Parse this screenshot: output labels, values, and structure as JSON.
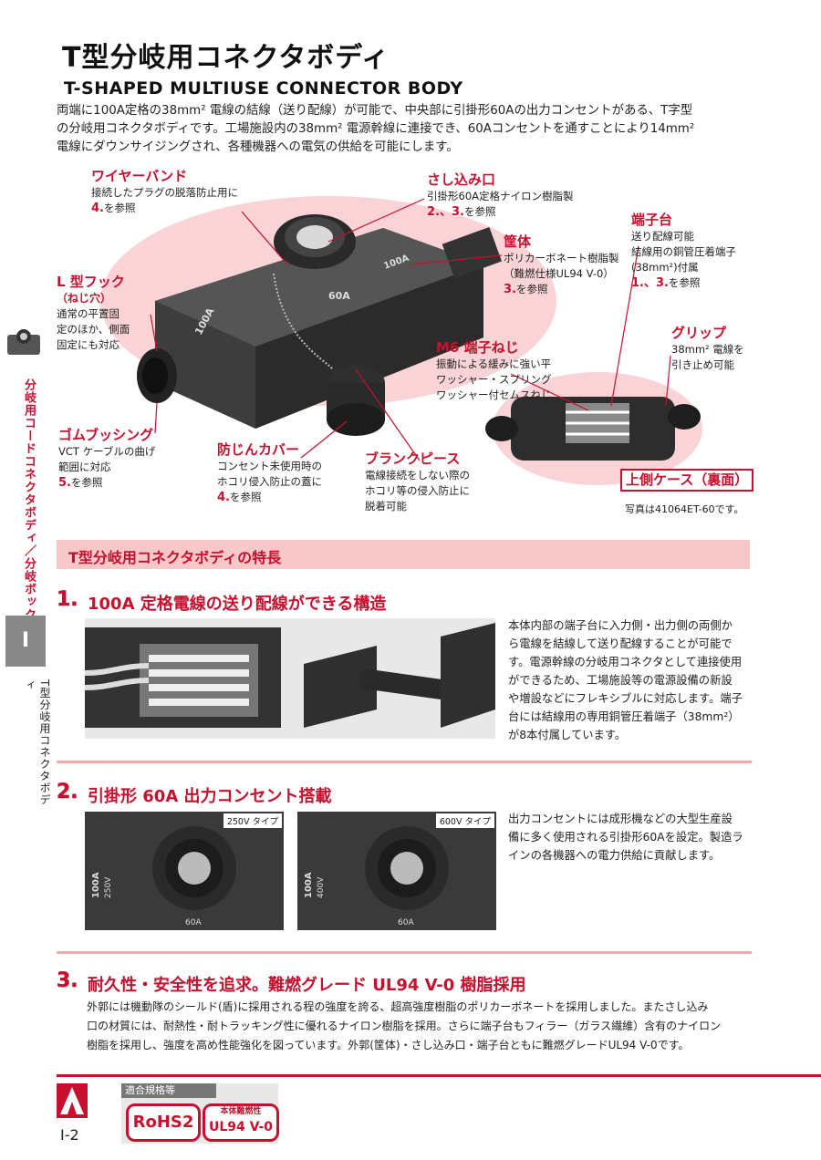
{
  "header": {
    "title_ja": "T型分岐用コネクタボディ",
    "title_en": "T-SHAPED MULTIUSE CONNECTOR BODY"
  },
  "intro": {
    "line1": "両端に100A定格の38mm² 電線の結線（送り配線）が可能で、中央部に引掛形60Aの出力コンセントがある、T字型",
    "line2": "の分岐用コネクタボディです。工場施設内の38mm² 電源幹線に連接でき、60Aコンセントを通すことにより14mm²",
    "line3": "電線にダウンサイジングされ、各種機器への電気の供給を可能にします。"
  },
  "callouts": {
    "wire_band": {
      "title": "ワイヤーバンド",
      "text": "接続したプラグの脱落防止用に",
      "ref": "4.",
      "ref_suffix": "を参照"
    },
    "inlet": {
      "title": "さし込み口",
      "text": "引掛形60A定格ナイロン樹脂製",
      "ref": "2.、3.",
      "ref_suffix": "を参照"
    },
    "terminal_block": {
      "title": "端子台",
      "text1": "送り配線可能",
      "text2": "結線用の銅管圧着端子",
      "text3": "(38mm²)付属",
      "ref": "1.、3.",
      "ref_suffix": "を参照"
    },
    "housing": {
      "title": "筐体",
      "text1": "ポリカーボネート樹脂製",
      "text2": "（難燃仕様UL94 V-0）",
      "ref": "3.",
      "ref_suffix": "を参照"
    },
    "l_hook": {
      "title": "L 型フック",
      "subtitle": "（ねじ穴）",
      "text1": "通常の平置固",
      "text2": "定のほか、側面",
      "text3": "固定にも対応"
    },
    "m6_screw": {
      "title": "M6 端子ねじ",
      "text1": "振動による緩みに強い平",
      "text2": "ワッシャー・スプリング",
      "text3": "ワッシャー付セムスねじ"
    },
    "grip": {
      "title": "グリップ",
      "text1": "38mm² 電線を",
      "text2": "引き止め可能"
    },
    "rubber_bushing": {
      "title": "ゴムブッシング",
      "text1": "VCT ケーブルの曲げ",
      "text2": "範囲に対応",
      "ref": "5.",
      "ref_suffix": "を参照"
    },
    "dust_cover": {
      "title": "防じんカバー",
      "text1": "コンセント未使用時の",
      "text2": "ホコリ侵入防止の蓋に",
      "ref": "4.",
      "ref_suffix": "を参照"
    },
    "blank_piece": {
      "title": "ブランクピース",
      "text1": "電線接続をしない際の",
      "text2": "ホコリ等の侵入防止に",
      "text3": "脱着可能"
    },
    "upper_case": {
      "title": "上側ケース（裏面）"
    },
    "photo_note": "写真は41064ET-60です。"
  },
  "sidebar": {
    "vertical_main": "分岐用コードコネクタボディ／分岐ボックス",
    "block": "I",
    "vertical_sub": "T型分岐用コネクタボディ"
  },
  "features": {
    "bar": "T型分岐用コネクタボディの特長",
    "s1": {
      "num": "1.",
      "title": "100A 定格電線の送り配線ができる構造",
      "lines": [
        "本体内部の端子台に入力側・出力側の両側か",
        "ら電線を結線して送り配線することが可能で",
        "す。電源幹線の分岐用コネクタとして連接使用",
        "ができるため、工場施設等の電源設備の新設",
        "や増設などにフレキシブルに対応します。端子",
        "台には結線用の専用銅管圧着端子（38mm²）",
        "が8本付属しています。"
      ]
    },
    "s2": {
      "num": "2.",
      "title": "引掛形 60A 出力コンセント搭載",
      "tag1": "250V タイプ",
      "tag2": "600V タイプ",
      "lines": [
        "出力コンセントには成形機などの大型生産設",
        "備に多く使用される引掛形60Aを設定。製造ラ",
        "インの各機器への電力供給に貢献します。"
      ]
    },
    "s3": {
      "num": "3.",
      "title": "耐久性・安全性を追求。難燃グレード UL94 V-0 樹脂採用",
      "lines": [
        "外郭には機動隊のシールド(盾)に採用される程の強度を誇る、超高強度樹脂のポリカーボネートを採用しました。またさし込み",
        "口の材質には、耐熱性・耐トラッキング性に優れるナイロン樹脂を採用。さらに端子台もフィラー（ガラス繊維）含有のナイロン",
        "樹脂を採用し、強度を高め性能強化を図っています。外郭(筐体)・さし込み口・端子台ともに難燃グレードUL94 V-0です。"
      ]
    }
  },
  "photo_labels": {
    "amp_100": "100A",
    "amp_60": "60A",
    "v_400": "400V",
    "v_250": "250V"
  },
  "footer": {
    "standards_label": "適合規格等",
    "rohs": "RoHS2",
    "ul_top": "本体難燃性",
    "ul_main": "UL94 V-0",
    "page": "I-2"
  }
}
